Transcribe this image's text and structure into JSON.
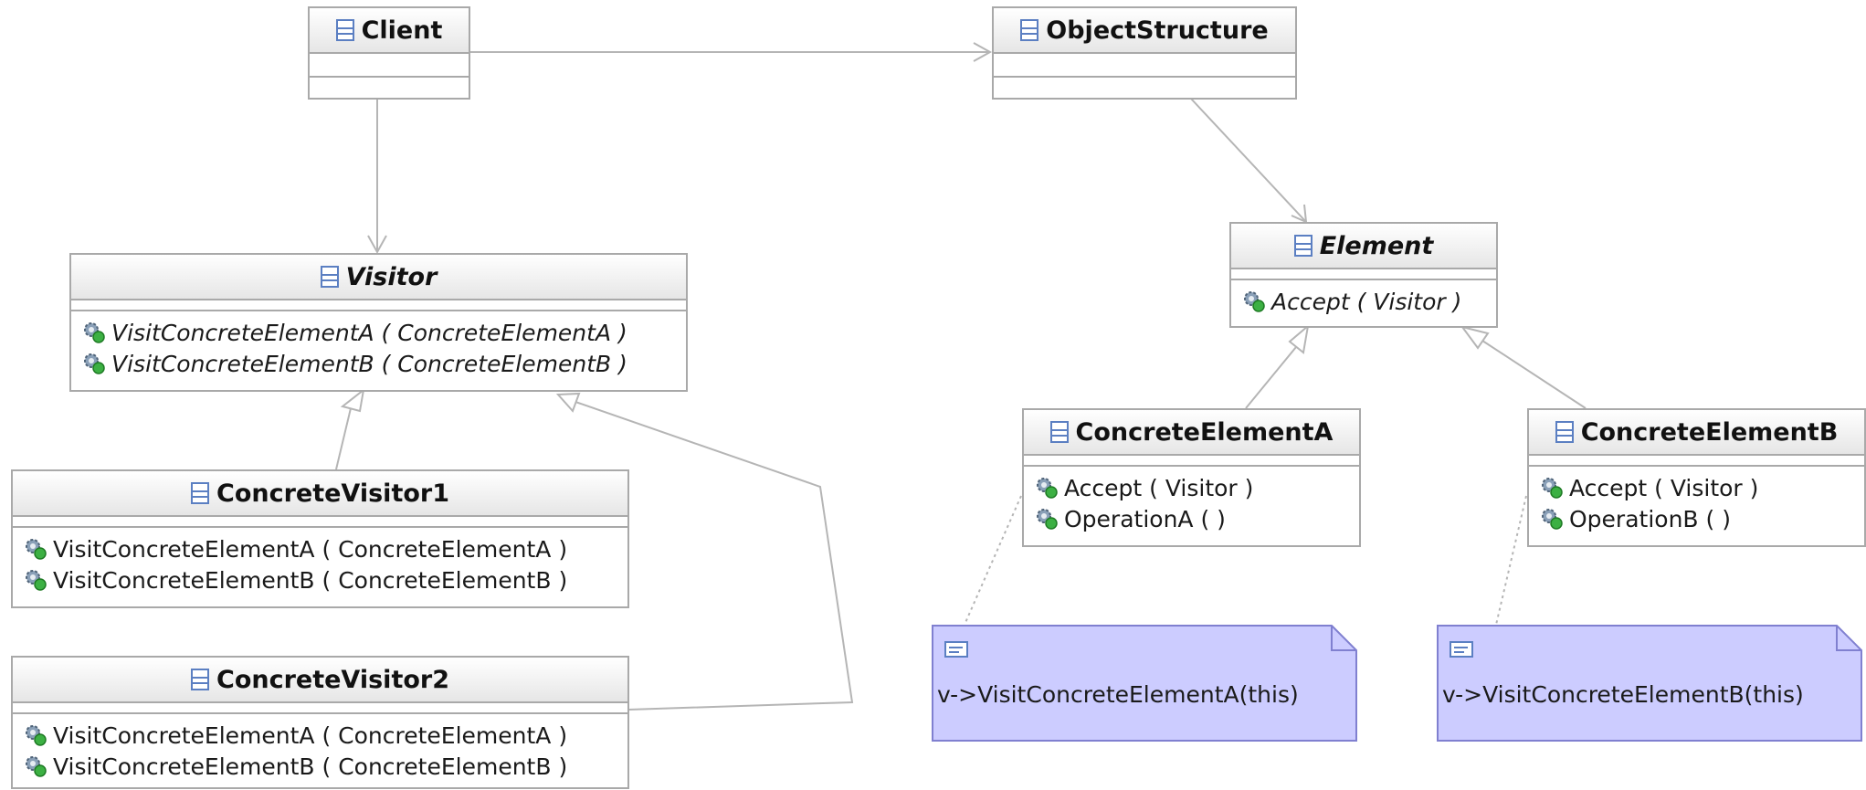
{
  "classes": {
    "client": {
      "name": "Client"
    },
    "object_structure": {
      "name": "ObjectStructure"
    },
    "visitor": {
      "name": "Visitor",
      "ops": [
        "VisitConcreteElementA ( ConcreteElementA )",
        "VisitConcreteElementB ( ConcreteElementB )"
      ]
    },
    "element": {
      "name": "Element",
      "ops": [
        "Accept ( Visitor )"
      ]
    },
    "concrete_visitor1": {
      "name": "ConcreteVisitor1",
      "ops": [
        "VisitConcreteElementA ( ConcreteElementA )",
        "VisitConcreteElementB ( ConcreteElementB )"
      ]
    },
    "concrete_visitor2": {
      "name": "ConcreteVisitor2",
      "ops": [
        "VisitConcreteElementA ( ConcreteElementA )",
        "VisitConcreteElementB ( ConcreteElementB )"
      ]
    },
    "concrete_element_a": {
      "name": "ConcreteElementA",
      "ops": [
        "Accept ( Visitor )",
        "OperationA ( )"
      ]
    },
    "concrete_element_b": {
      "name": "ConcreteElementB",
      "ops": [
        "Accept ( Visitor )",
        "OperationB ( )"
      ]
    }
  },
  "notes": {
    "note_a": "v->VisitConcreteElementA(this)",
    "note_b": "v->VisitConcreteElementB(this)"
  },
  "colors": {
    "border": "#a9a9a9",
    "line": "#b0b0b0",
    "note_fill": "#ccccff",
    "note_border": "#8080d0",
    "class_icon": "#5b7fc2"
  }
}
